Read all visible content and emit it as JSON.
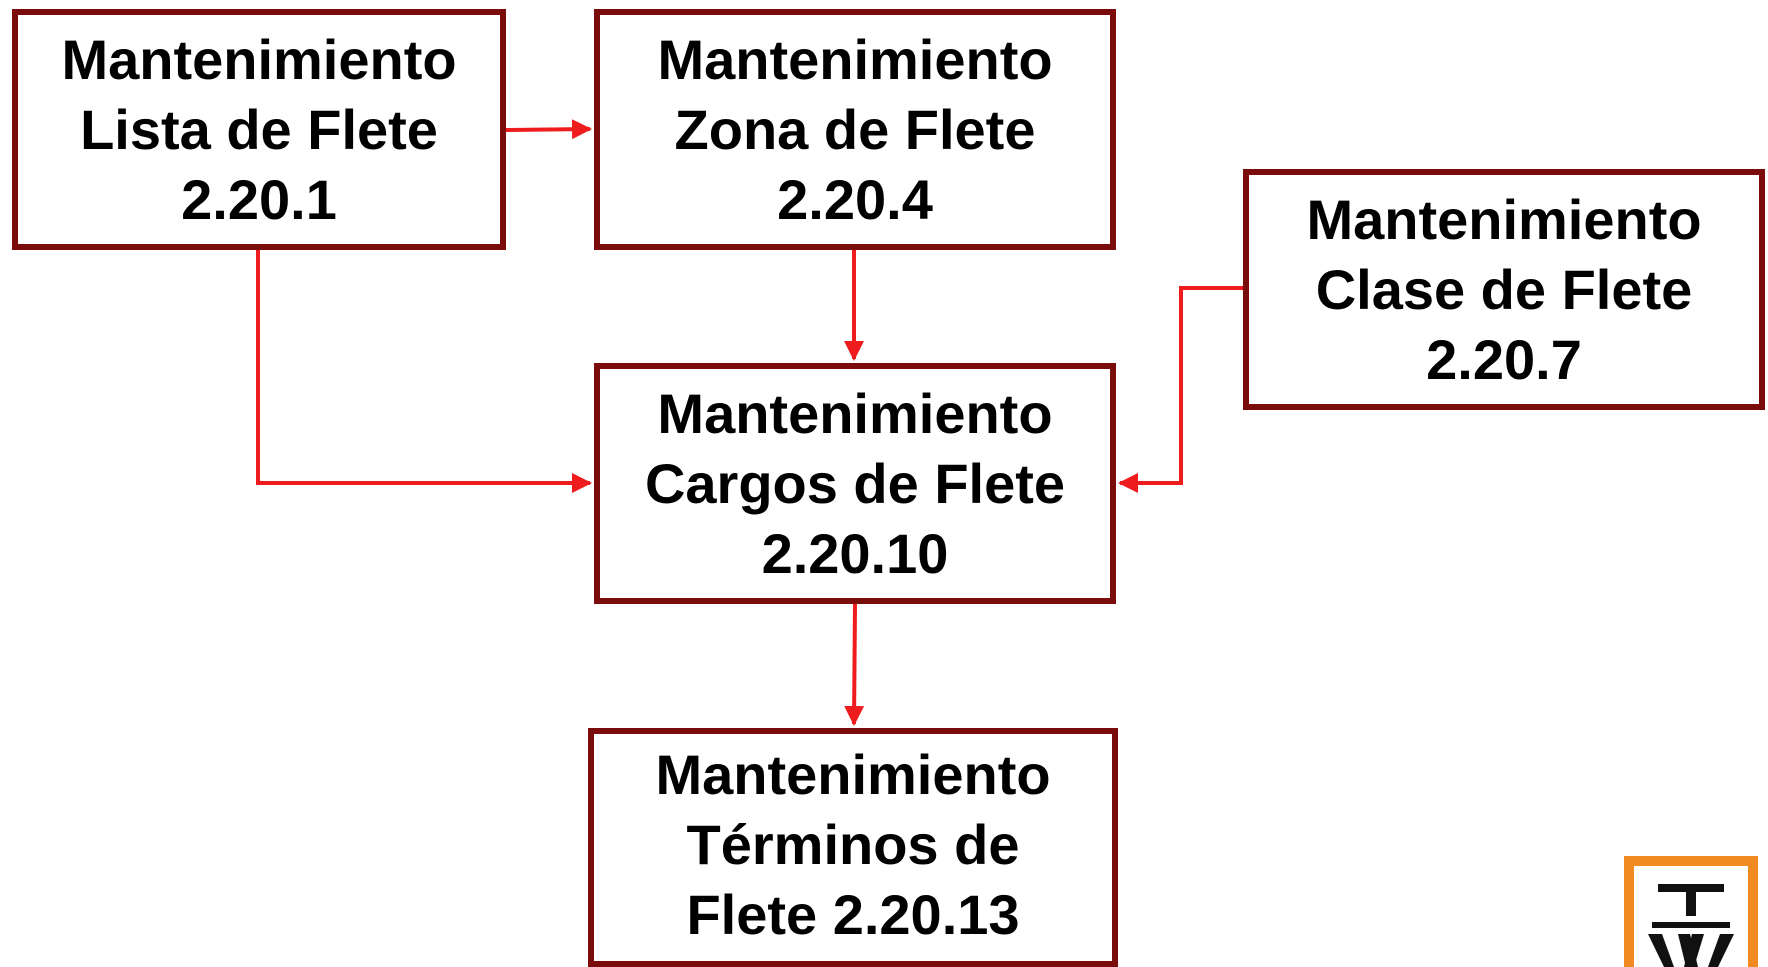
{
  "diagram": {
    "boxes": [
      {
        "id": "b1",
        "lines": [
          "Mantenimiento",
          "Lista de Flete",
          "2.20.1"
        ]
      },
      {
        "id": "b2",
        "lines": [
          "Mantenimiento",
          "Zona de Flete",
          "2.20.4"
        ]
      },
      {
        "id": "b3",
        "lines": [
          "Mantenimiento",
          "Clase de Flete",
          "2.20.7"
        ]
      },
      {
        "id": "b4",
        "lines": [
          "Mantenimiento",
          "Cargos de Flete",
          "2.20.10"
        ]
      },
      {
        "id": "b5",
        "lines": [
          "Mantenimiento",
          "Términos de",
          "Flete 2.20.13"
        ]
      }
    ],
    "edges": [
      {
        "from": "b1",
        "to": "b2"
      },
      {
        "from": "b1",
        "to": "b4"
      },
      {
        "from": "b2",
        "to": "b4"
      },
      {
        "from": "b3",
        "to": "b4"
      },
      {
        "from": "b4",
        "to": "b5"
      }
    ]
  },
  "colors": {
    "box_border": "#7a0c0c",
    "connector": "#ee1c1c",
    "logo_orange": "#f18a21"
  },
  "logo": {
    "icon": "tw-logo-icon"
  }
}
